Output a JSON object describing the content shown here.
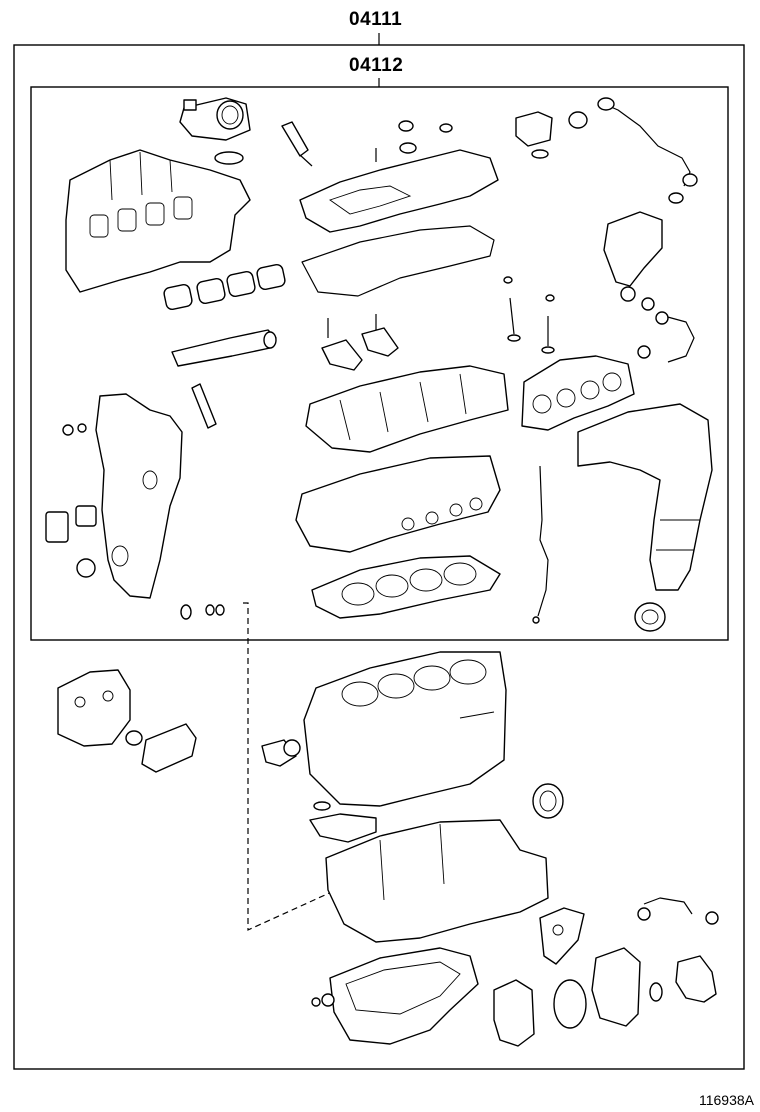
{
  "diagram": {
    "assembly_labels": {
      "outer_kit": "04111",
      "inner_kit": "04112"
    },
    "figure_id": "116938A"
  }
}
